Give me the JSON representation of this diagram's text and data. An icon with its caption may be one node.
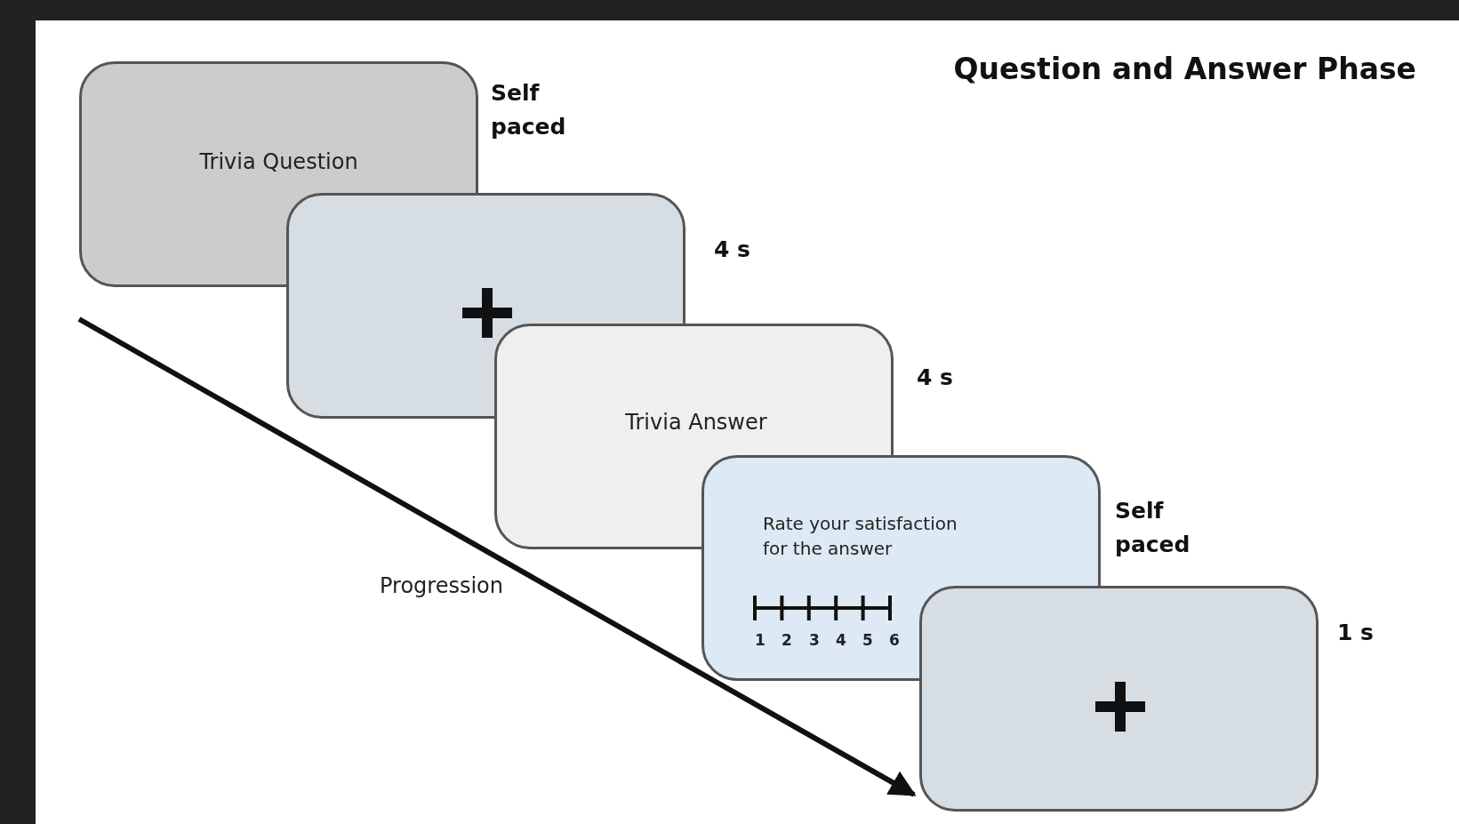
{
  "diagram": {
    "title": "Question and Answer Phase",
    "nodes": [
      {
        "text": [
          "Trivia Question"
        ],
        "beside": [
          "Self paced"
        ]
      },
      {
        "text": [],
        "shape": "box",
        "beside": [
          "4 s"
        ]
      },
      {
        "text": [
          "Trivia Answer"
        ],
        "beside": [
          "4 s"
        ]
      },
      {
        "text": [
          "Rate your satisfaction for the answer"
        ],
        "beside": [
          "Self paced"
        ]
      },
      {
        "text": [],
        "shape": "box",
        "beside": [
          "1 s"
        ]
      }
    ],
    "edges": [],
    "labels": [
      "Progression",
      "1",
      "2",
      "3",
      "4",
      "5",
      "6"
    ]
  }
}
